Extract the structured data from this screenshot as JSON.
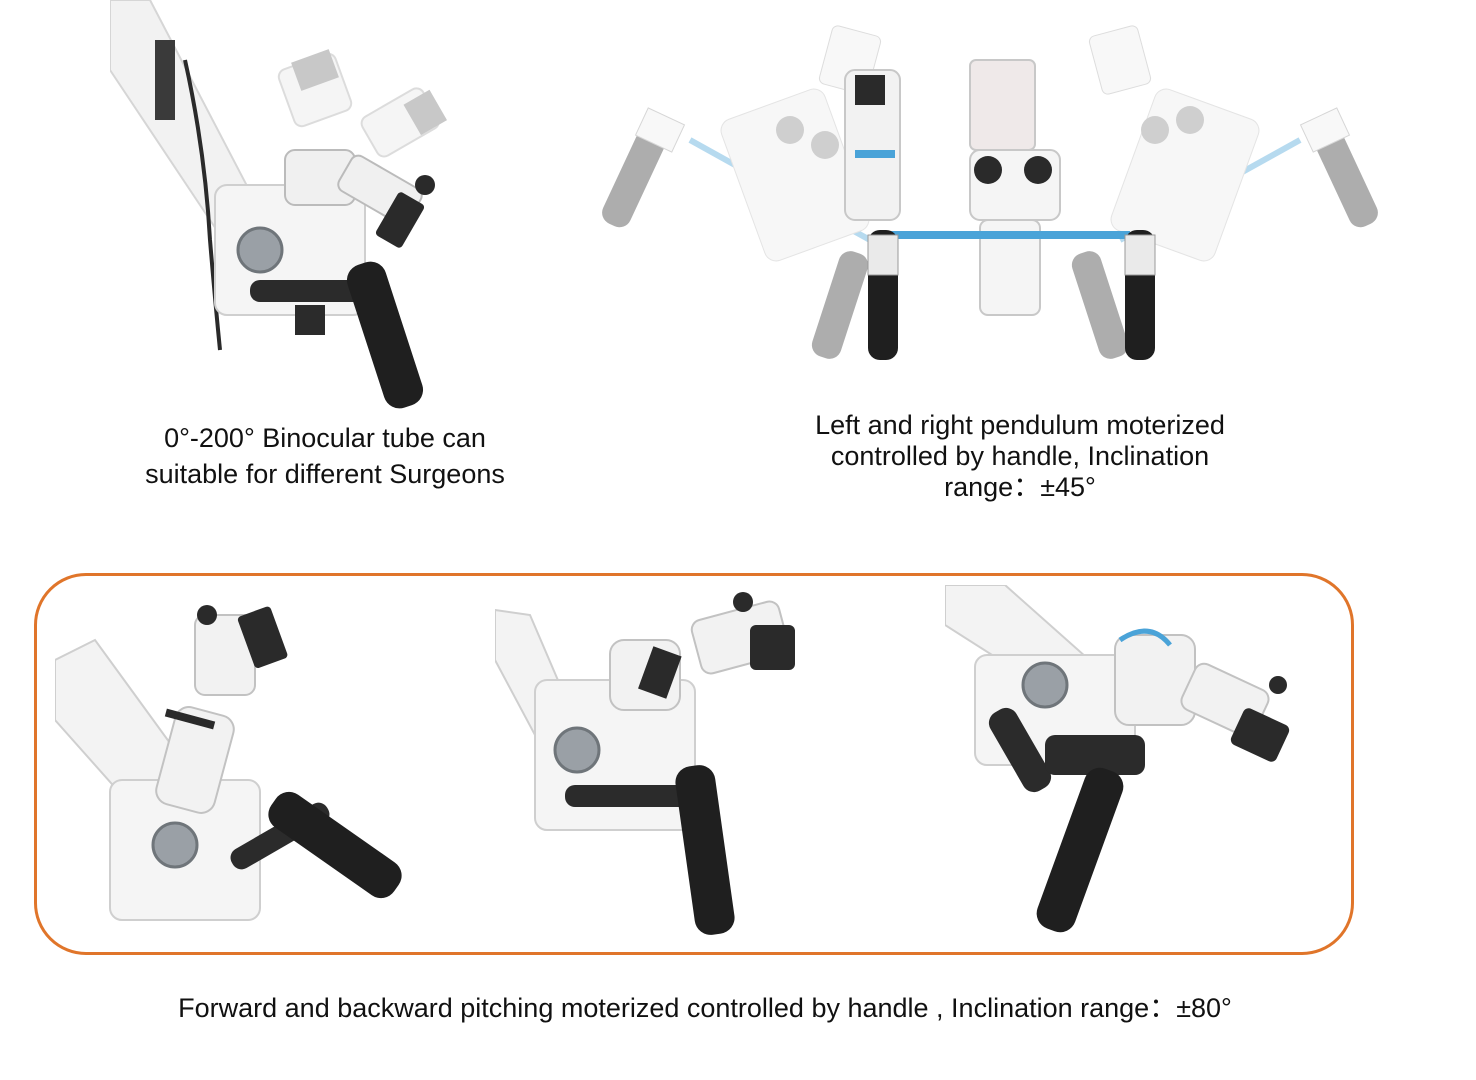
{
  "captions": {
    "binocular": {
      "line1": "0°-200° Binocular tube can",
      "line2": "suitable for different Surgeons"
    },
    "pendulum": {
      "line1": "Left and right pendulum moterized",
      "line2": "controlled by handle, Inclination",
      "line3": "range：±45°"
    },
    "pitching": {
      "line1": "Forward and backward pitching moterized controlled by handle , Inclination range：±80°"
    }
  },
  "colors": {
    "panel_border": "#e0752a",
    "accent_blue": "#4aa3d8"
  },
  "icons": {
    "figure1": "microscope-binocular-icon",
    "figure2": "microscope-pendulum-icon",
    "figure3": "microscope-pitch-icon"
  }
}
